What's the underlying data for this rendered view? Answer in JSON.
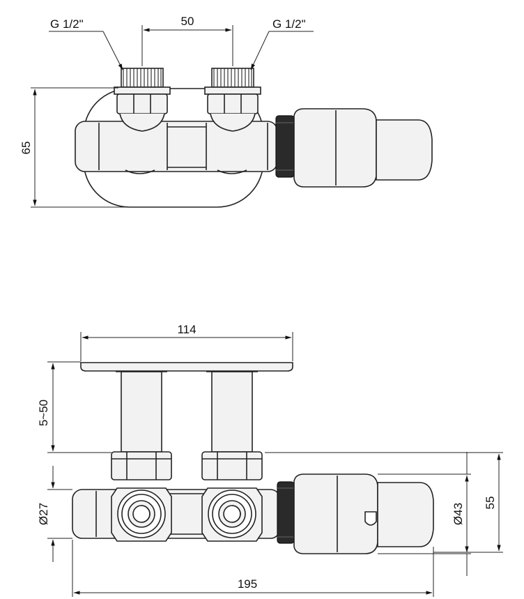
{
  "top_view": {
    "thread_left": "G 1/2\"",
    "thread_right": "G 1/2\"",
    "spacing": "50",
    "height": "65"
  },
  "front_view": {
    "plate_width": "114",
    "wall_distance": "5~50",
    "pipe_diameter": "Ø27",
    "head_diameter": "Ø43",
    "head_height": "55",
    "total_length": "195"
  }
}
